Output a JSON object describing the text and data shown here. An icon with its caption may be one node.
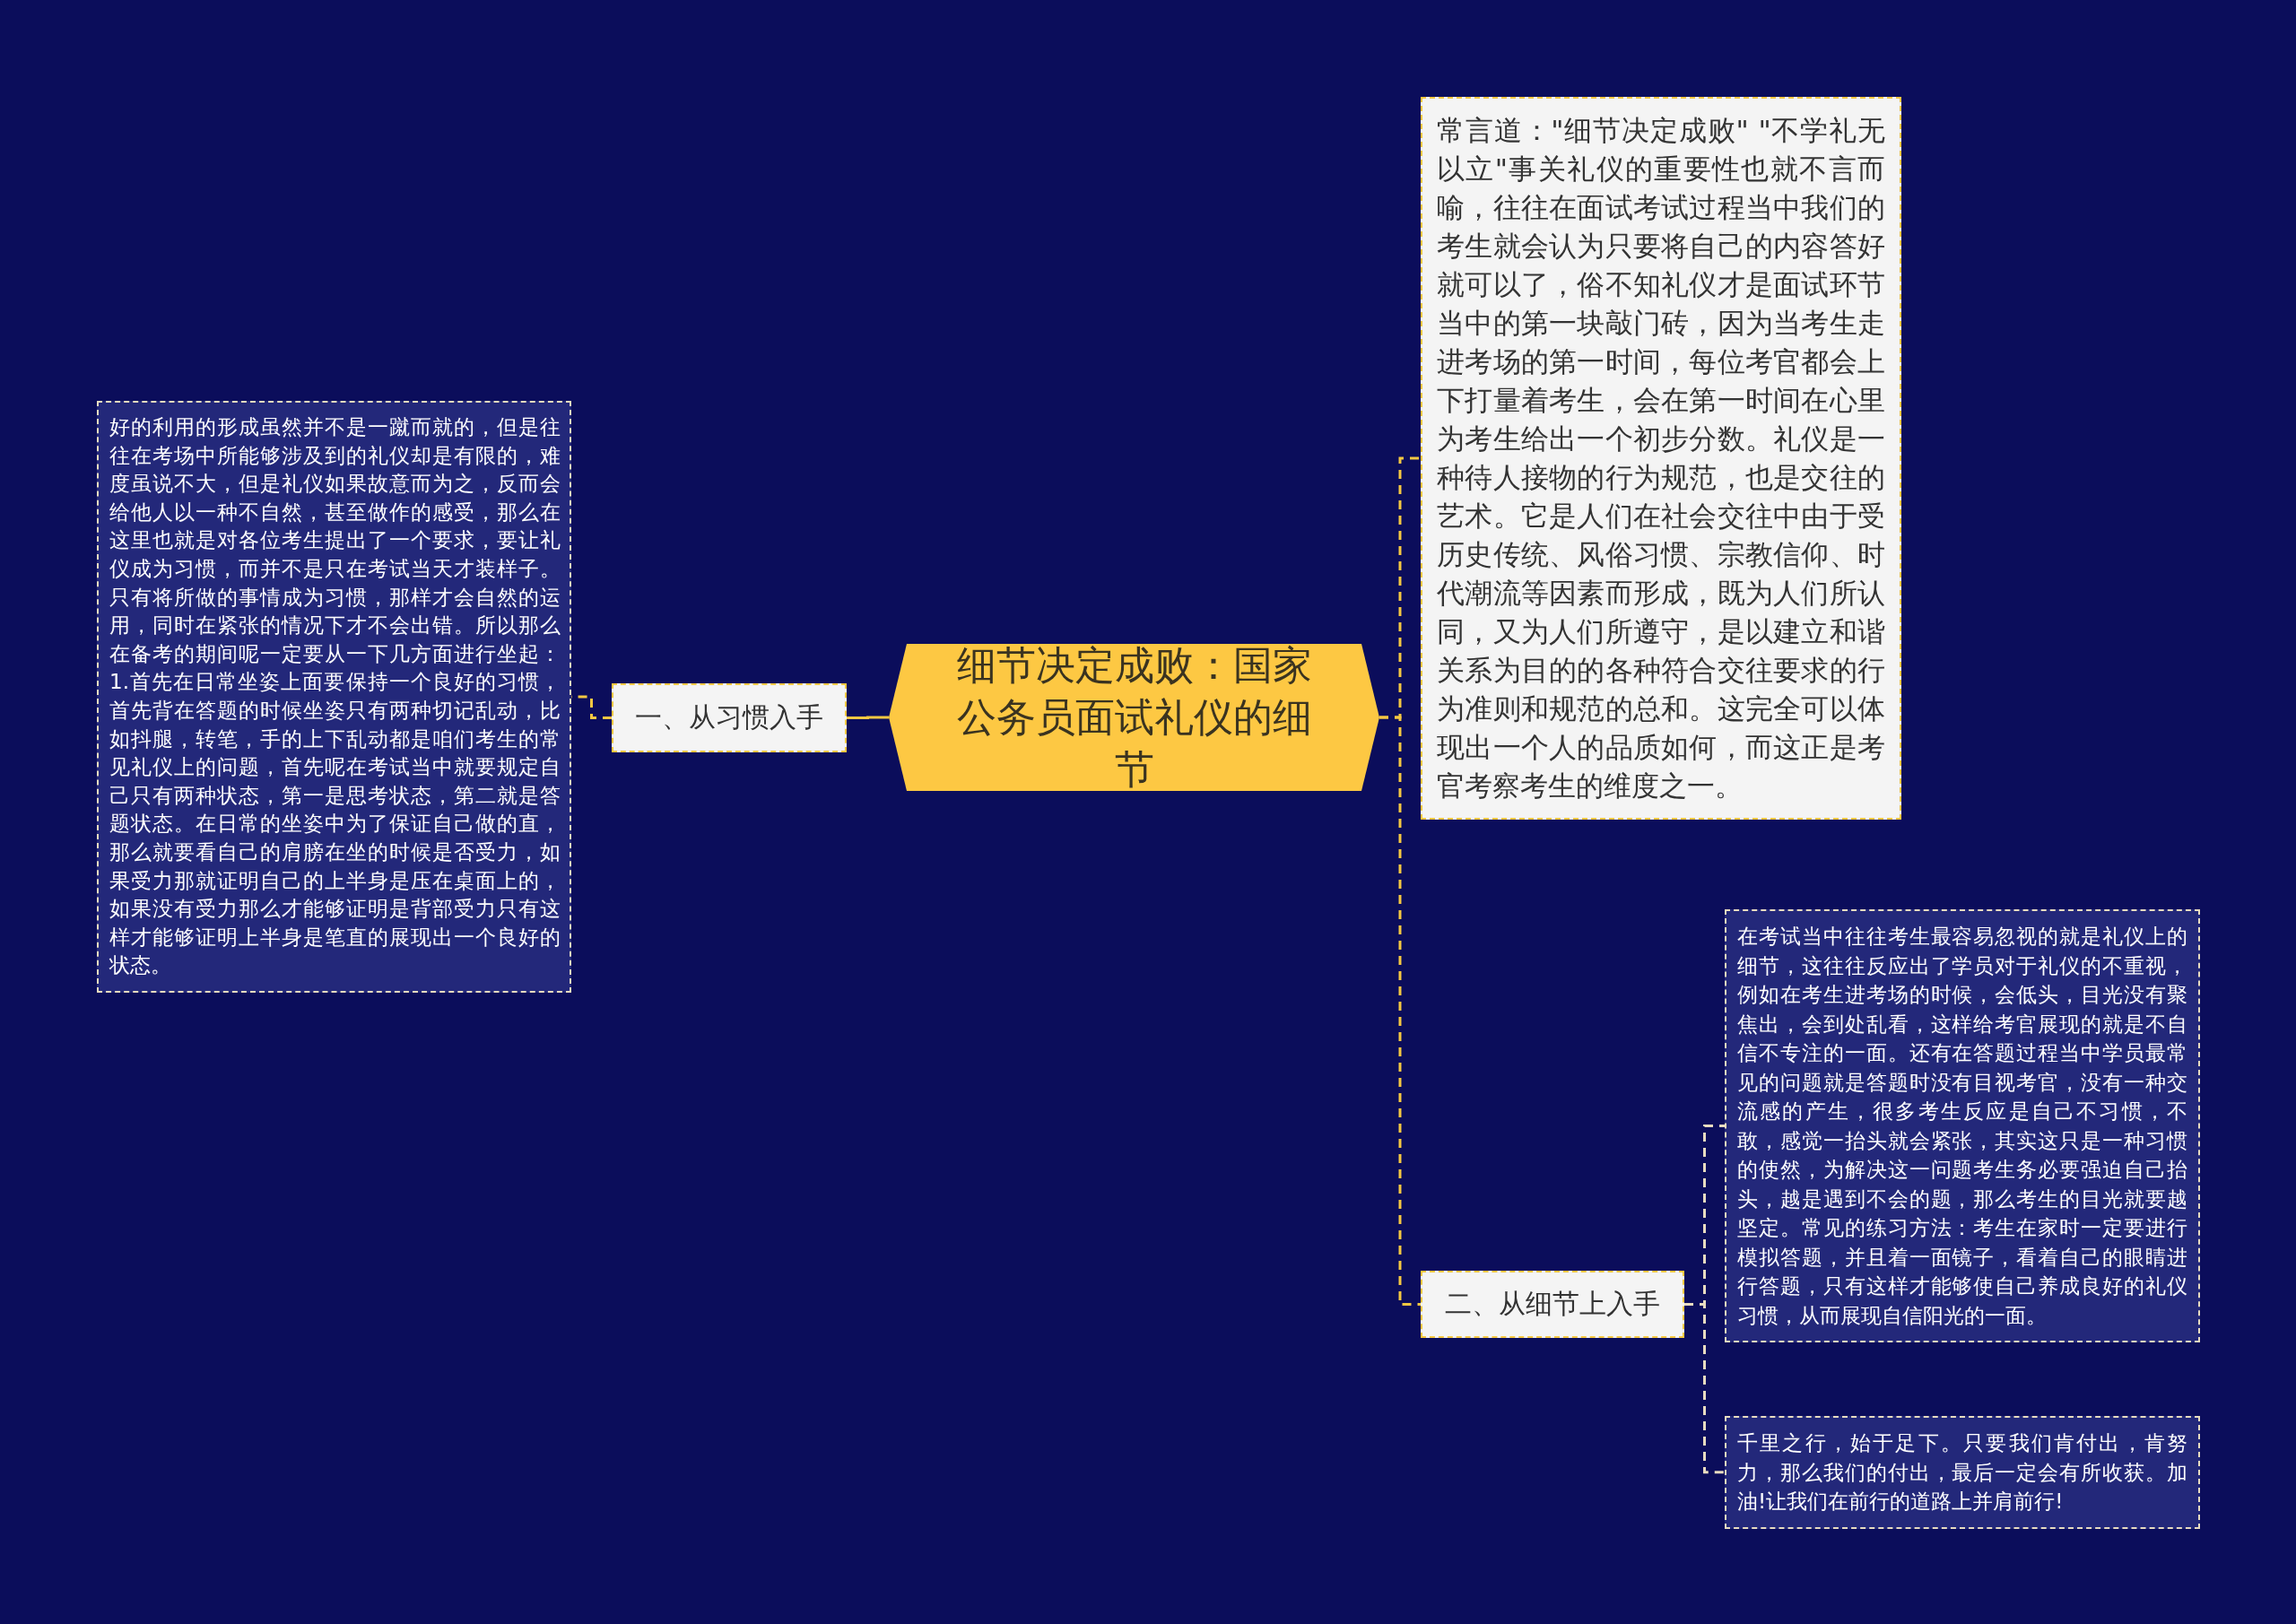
{
  "diagram": {
    "nodes": [
      {
        "text": [
          "细节决定成败：国家公务员面试礼仪的细节"
        ]
      },
      {
        "text": [
          "一、从习惯入手"
        ]
      },
      {
        "text": [
          "好的利用的形成虽然并不是一蹴而就的，但是往往在考场中所能够涉及到的礼仪却是有限的，难度虽说不大，但是礼仪如果故意而为之，反而会给他人以一种不自然，甚至做作的感受，那么在这里也就是对各位考生提出了一个要求，要让礼仪成为习惯，而并不是只在考试当天才装样子。只有将所做的事情成为习惯，那样才会自然的运用，同时在紧张的情况下才不会出错。所以那么在备考的期间呢一定要从一下几方面进行坐起：1.首先在日常坐姿上面要保持一个良好的习惯，首先背在答题的时候坐姿只有两种切记乱动，比如抖腿，转笔，手的上下乱动都是咱们考生的常见礼仪上的问题，首先呢在考试当中就要规定自己只有两种状态，第一是思考状态，第二就是答题状态。在日常的坐姿中为了保证自己做的直，那么就要看自己的肩膀在坐的时候是否受力，如果受力那就证明自己的上半身是压在桌面上的，如果没有受力那么才能够证明是背部受力只有这样才能够证明上半身是笔直的展现出一个良好的状态。"
        ]
      },
      {
        "text": [
          "常言道：\"细节决定成败\" \"不学礼无以立\"事关礼仪的重要性也就不言而喻，往往在面试考试过程当中我们的考生就会认为只要将自己的内容答好就可以了，俗不知礼仪才是面试环节当中的第一块敲门砖，因为当考生走进考场的第一时间，每位考官都会上下打量着考生，会在第一时间在心里为考生给出一个初步分数。礼仪是一种待人接物的行为规范，也是交往的艺术。它是人们在社会交往中由于受历史传统、风俗习惯、宗教信仰、时代潮流等因素而形成，既为人们所认同，又为人们所遵守，是以建立和谐关系为目的的各种符合交往要求的行为准则和规范的总和。这完全可以体现出一个人的品质如何，而这正是考官考察考生的维度之一。"
        ]
      },
      {
        "text": [
          "二、从细节上入手"
        ]
      },
      {
        "text": [
          "在考试当中往往考生最容易忽视的就是礼仪上的细节，这往往反应出了学员对于礼仪的不重视，例如在考生进考场的时候，会低头，目光没有聚焦出，会到处乱看，这样给考官展现的就是不自信不专注的一面。还有在答题过程当中学员最常见的问题就是答题时没有目视考官，没有一种交流感的产生，很多考生反应是自己不习惯，不敢，感觉一抬头就会紧张，其实这只是一种习惯的使然，为解决这一问题考生务必要强迫自己抬头，越是遇到不会的题，那么考生的目光就要越坚定。常见的练习方法：考生在家时一定要进行模拟答题，并且着一面镜子，看着自己的眼睛进行答题，只有这样才能够使自己养成良好的礼仪习惯，从而展现自信阳光的一面。"
        ]
      },
      {
        "text": [
          "千里之行，始于足下。只要我们肯付出，肯努力，那么我们的付出，最后一定会有所收获。加油!让我们在前行的道路上并肩前行!"
        ]
      }
    ],
    "edges": [
      {
        "from": 0,
        "to": 1,
        "arrow": "none"
      },
      {
        "from": 1,
        "to": 2,
        "arrow": "none",
        "style": "dashed"
      },
      {
        "from": 0,
        "to": 3,
        "arrow": "none",
        "style": "dashed"
      },
      {
        "from": 0,
        "to": 4,
        "arrow": "none",
        "style": "dashed"
      },
      {
        "from": 4,
        "to": 5,
        "arrow": "none",
        "style": "dashed",
        "color": "#e8dcc0"
      },
      {
        "from": 4,
        "to": 6,
        "arrow": "none",
        "style": "dashed",
        "color": "#e8dcc0"
      }
    ]
  }
}
